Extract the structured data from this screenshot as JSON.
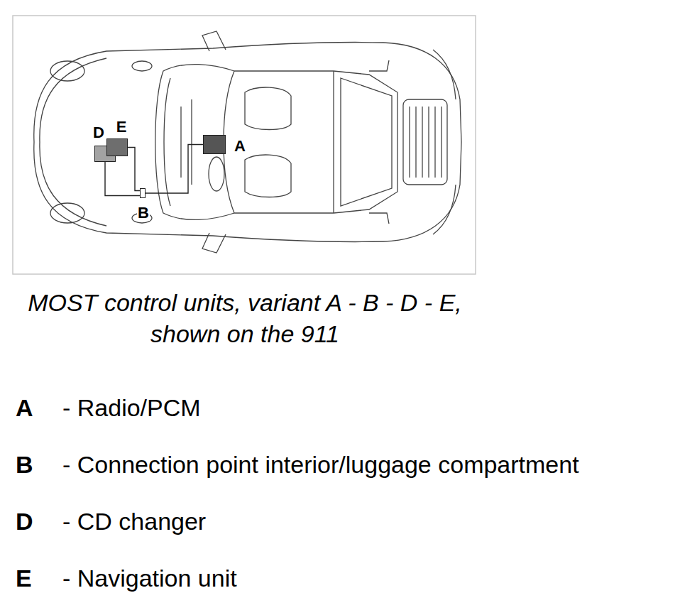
{
  "diagram": {
    "caption": "MOST control units, variant A - B - D - E, shown on the 911",
    "nodes": [
      {
        "text": [
          "D"
        ]
      },
      {
        "text": [
          "E"
        ]
      },
      {
        "text": [
          "A"
        ]
      },
      {
        "text": [
          "B"
        ]
      }
    ],
    "edges": [
      {
        "from": 2,
        "to": 3,
        "arrow": "none"
      },
      {
        "from": 3,
        "to": 0,
        "arrow": "none"
      },
      {
        "from": 3,
        "to": 1,
        "arrow": "none"
      }
    ],
    "labels": [
      "A",
      "- Radio/PCM",
      "B",
      "- Connection point interior/luggage compartment",
      "D",
      "- CD changer",
      "E",
      "- Navigation unit"
    ]
  }
}
